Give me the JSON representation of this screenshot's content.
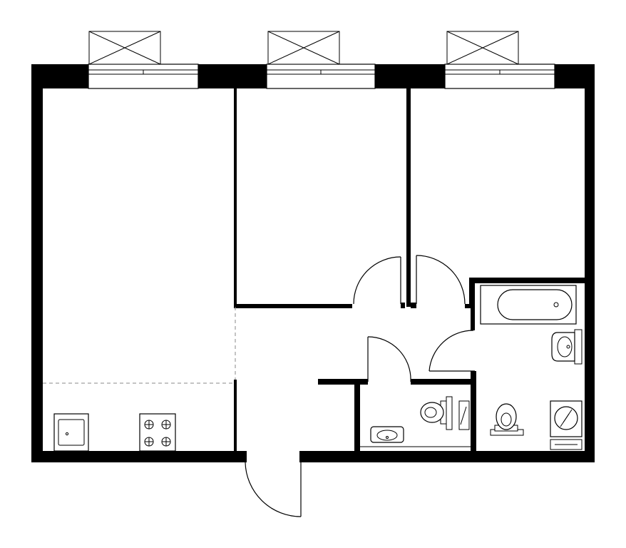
{
  "plan": {
    "colors": {
      "wall": "#000000",
      "line": "#000000",
      "dashed": "#888888",
      "background": "#ffffff"
    },
    "rooms": [
      {
        "id": "living-kitchen",
        "label": ""
      },
      {
        "id": "bedroom-1",
        "label": ""
      },
      {
        "id": "bedroom-2",
        "label": ""
      },
      {
        "id": "bathroom",
        "label": ""
      },
      {
        "id": "toilet",
        "label": ""
      },
      {
        "id": "hallway",
        "label": ""
      }
    ],
    "icons": [
      "window-icon",
      "ac-unit-icon",
      "door-swing-icon",
      "bathtub-icon",
      "washbasin-icon",
      "toilet-icon",
      "washing-machine-icon",
      "sink-icon",
      "stove-icon"
    ]
  }
}
